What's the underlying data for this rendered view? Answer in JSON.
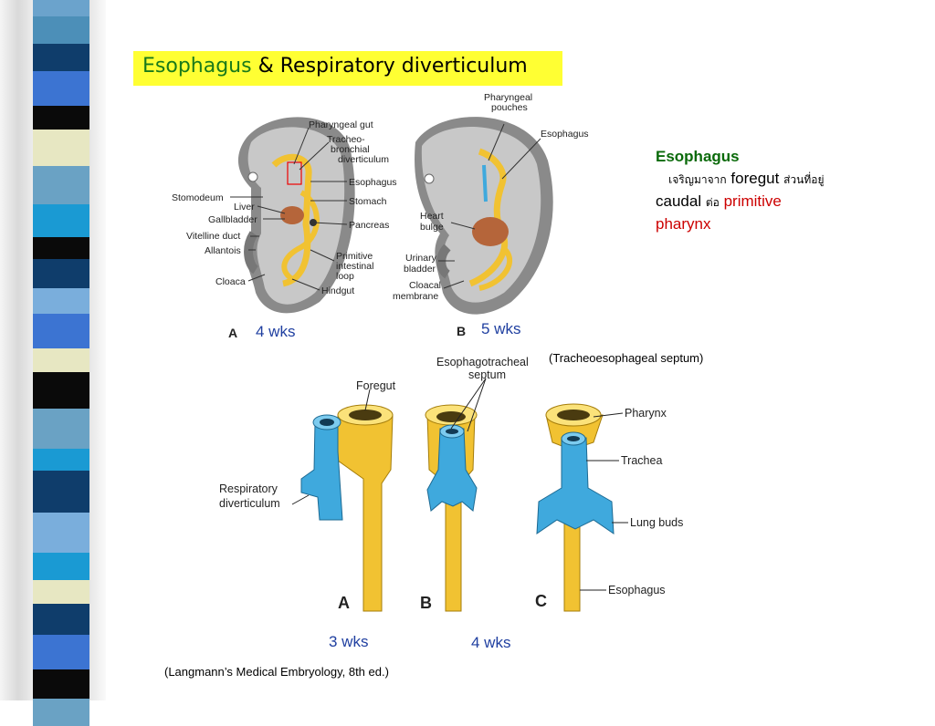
{
  "title": {
    "part1": "Esophagus",
    "part2": " & Respiratory diverticulum"
  },
  "side_note": {
    "heading": "Esophagus",
    "line1_thai": "เจริญมาจาก",
    "line1_en": "foregut",
    "line1_thai2": "ส่วนที่อยู่",
    "line2_en": "caudal",
    "line2_thai": "ต่อ",
    "line2_red": "primitive",
    "line3_red": "pharynx"
  },
  "fig1": {
    "labels_left": [
      "Pharyngeal gut",
      "Tracheo-",
      "bronchial",
      "diverticulum",
      "Esophagus",
      "Stomach",
      "Pancreas",
      "Primitive",
      "intestinal",
      "loop",
      "Hindgut",
      "Stomodeum",
      "Liver",
      "Gallbladder",
      "Vitelline duct",
      "Allantois",
      "Cloaca"
    ],
    "labels_right": [
      "Pharyngeal",
      "pouches",
      "Esophagus",
      "Heart",
      "bulge",
      "Urinary",
      "bladder",
      "Cloacal",
      "membrane"
    ],
    "panel_a": "A",
    "panel_b": "B",
    "age_a": "4 wks",
    "age_b": "5 wks"
  },
  "septum_note": "(Tracheoesophageal septum)",
  "fig2": {
    "labels": [
      "Foregut",
      "Esophagotracheal",
      "septum",
      "Pharynx",
      "Trachea",
      "Lung buds",
      "Esophagus",
      "Respiratory",
      "diverticulum"
    ],
    "panels": [
      "A",
      "B",
      "C"
    ],
    "age_a": "3 wks",
    "age_b": "4 wks"
  },
  "citation": "(Langmann’s Medical Embryology, 8th ed.)",
  "colors": {
    "yellow_hl": "#ffff33",
    "green": "#1a7a1a",
    "red": "#cc0000",
    "blue_label": "#1f3fa0",
    "gut_yellow": "#f1c232",
    "diverticulum_blue": "#3fa9dd"
  }
}
